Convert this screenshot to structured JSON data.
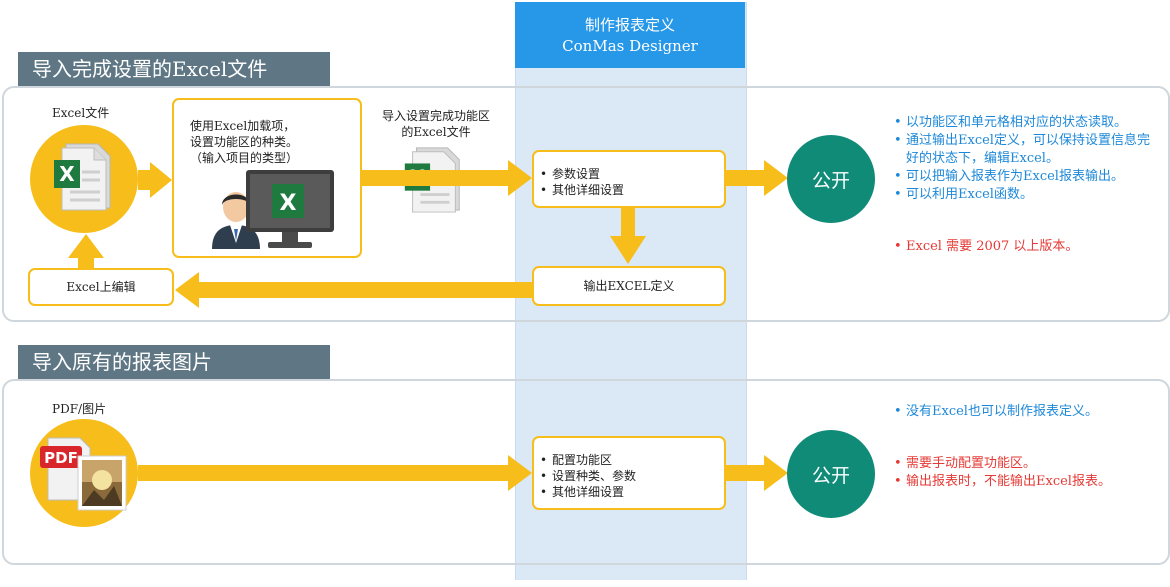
{
  "band": {
    "title": "制作报表定义",
    "subtitle": "ConMas Designer",
    "color": "#2797e8"
  },
  "section1": {
    "label": "导入完成设置的Excel文件",
    "excel_file_label": "Excel文件",
    "addin_lines": [
      "使用Excel加载项，",
      "设置功能区的种类。",
      "（输入项目的类型）"
    ],
    "import_label_lines": [
      "导入设置完成功能区",
      "的Excel文件"
    ],
    "settings_items": [
      "参数设置",
      "其他详细设置"
    ],
    "output_label": "输出EXCEL定义",
    "edit_label": "Excel上编辑",
    "publish_label": "公开",
    "notes_blue": [
      "以功能区和单元格相对应的状态读取。",
      "通过输出Excel定义，可以保持设置信息完好的状态下，编辑Excel。",
      "可以把输入报表作为Excel报表输出。",
      "可以利用Excel函数。"
    ],
    "notes_red": [
      "Excel 需要 2007 以上版本。"
    ]
  },
  "section2": {
    "label": "导入原有的报表图片",
    "file_label": "PDF/图片",
    "pdf_text": "PDF",
    "settings_items": [
      "配置功能区",
      "设置种类、参数",
      "其他详细设置"
    ],
    "publish_label": "公开",
    "notes_blue": [
      "没有Excel也可以制作报表定义。"
    ],
    "notes_red": [
      "需要手动配置功能区。",
      "输出报表时，不能输出Excel报表。"
    ]
  },
  "colors": {
    "arrow": "#f7bd1a",
    "publish": "#0f8b78",
    "label_bg": "#5f7784",
    "excel_green": "#1f7a3f",
    "pdf_red": "#d9262b"
  }
}
